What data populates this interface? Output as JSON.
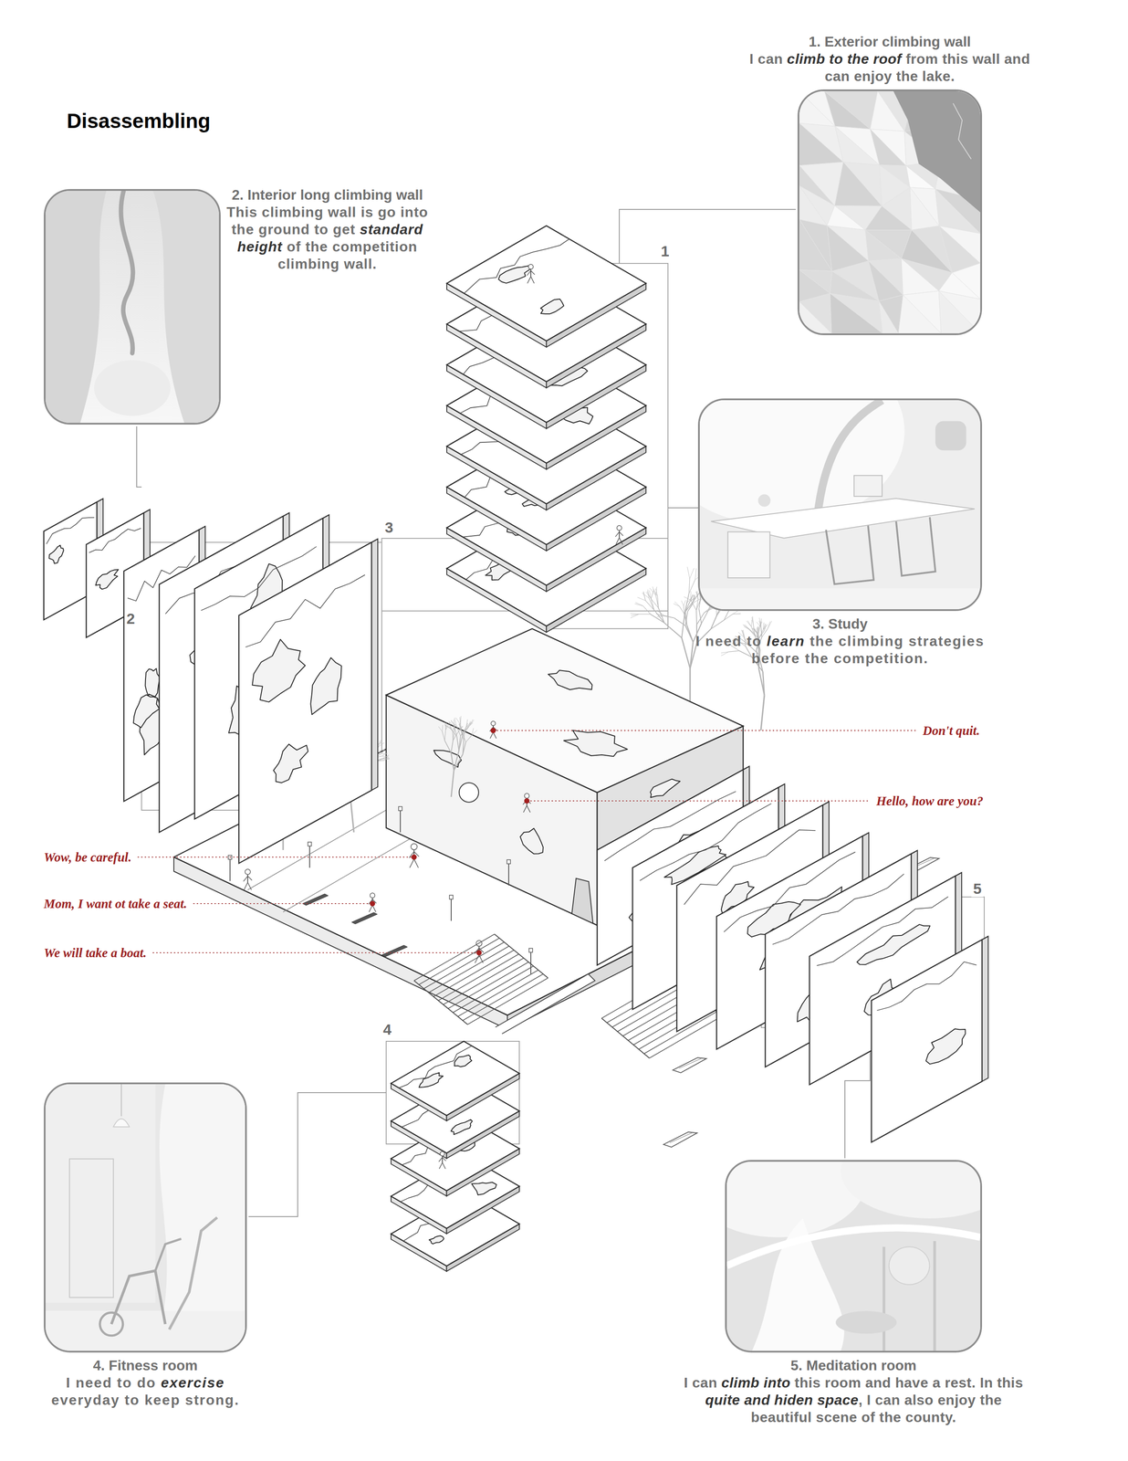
{
  "diagram": {
    "title": "Disassembling",
    "nodes": [
      {
        "text": [
          "1. Exterior climbing wall",
          "I can climb to the roof from this wall and can enjoy the lake."
        ]
      },
      {
        "text": [
          "2. Interior long climbing wall",
          "This climbing wall is go into the ground to get standard height of the competition climbing wall."
        ]
      },
      {
        "text": [
          "3. Study",
          "I need to learn the climbing strategies before the competition."
        ]
      },
      {
        "text": [
          "4. Fitness room",
          "I need to do exercise everyday to keep strong."
        ]
      },
      {
        "text": [
          "5. Meditation room",
          "I can climb into this room and have a rest. In this quite and hiden space, I can also enjoy the beautiful scene of the county."
        ]
      }
    ],
    "labels": [
      "1",
      "3",
      "2",
      "Don't quit.",
      "Hello, how are you?",
      "Wow, be careful.",
      "5",
      "Mom, I want ot take a seat.",
      "We will take a boat.",
      "4"
    ]
  }
}
